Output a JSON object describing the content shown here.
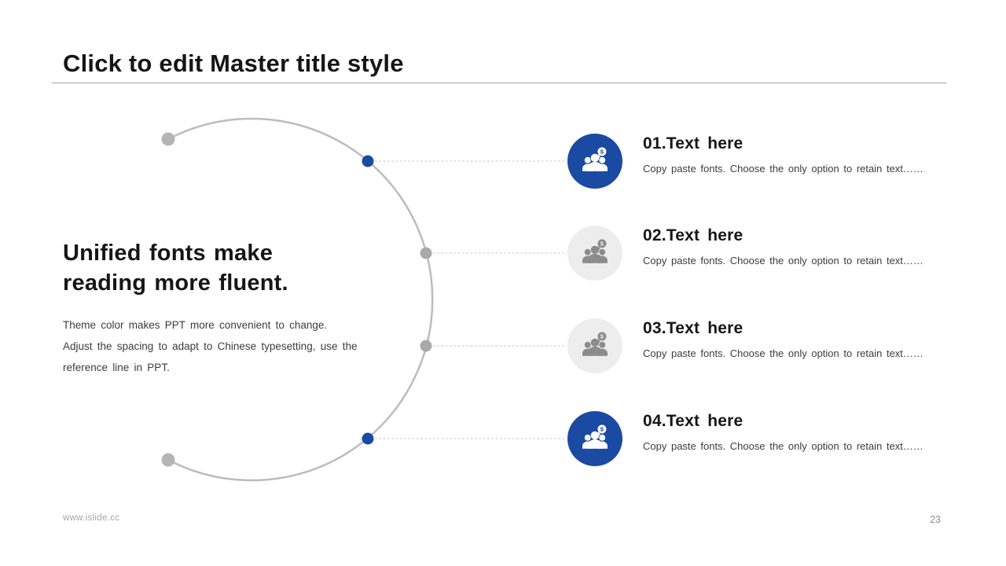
{
  "slide": {
    "title": "Click to edit Master title style",
    "footer_url": "www.islide.cc",
    "page_number": "23"
  },
  "left_panel": {
    "heading_line1": "Unified fonts make",
    "heading_line2": "reading more fluent.",
    "body_line1": "Theme color makes PPT more convenient to change.",
    "body_line2": "Adjust the spacing to adapt to Chinese typesetting, use the",
    "body_line3": "reference line in PPT."
  },
  "items": [
    {
      "heading": "01.Text here",
      "body": "Copy paste fonts. Choose the only option to retain text……",
      "variant": "blue"
    },
    {
      "heading": "02.Text here",
      "body": "Copy paste fonts. Choose the only option to retain text……",
      "variant": "gray"
    },
    {
      "heading": "03.Text here",
      "body": "Copy paste fonts. Choose the only option to retain text……",
      "variant": "gray"
    },
    {
      "heading": "04.Text here",
      "body": "Copy paste fonts. Choose the only option to retain text……",
      "variant": "blue"
    }
  ],
  "icons": {
    "item_icon": "people-group-dollar-icon",
    "dollar_glyph": "$"
  },
  "colors": {
    "accent_blue": "#1b4aa2",
    "gray_circle_bg": "#ededed",
    "gray_icon": "#8c8c8c",
    "arc_gray": "#bcbcbc",
    "end_dot_gray": "#b5b5b5",
    "dot_gray": "#a9a9a9",
    "dash_gray": "#c2c2c2",
    "text_dark": "#161616",
    "text_body": "#3c3c3c",
    "footer_gray": "#a5a5a5"
  }
}
